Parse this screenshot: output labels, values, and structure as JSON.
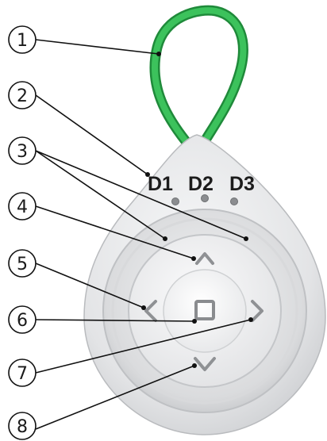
{
  "callouts": [
    "1",
    "2",
    "3",
    "4",
    "5",
    "6",
    "7",
    "8"
  ],
  "led_labels": [
    "D1",
    "D2",
    "D3"
  ],
  "colors": {
    "loop": "#2fb34f",
    "loop_edge": "#1f8a3a",
    "body": "#e7e8ea",
    "ring": "#cfd1d4",
    "line": "#111111"
  },
  "icons": {
    "up": "chevron-up-icon",
    "left": "chevron-left-icon",
    "center": "square-icon",
    "right": "chevron-right-icon",
    "down": "chevron-down-icon"
  }
}
